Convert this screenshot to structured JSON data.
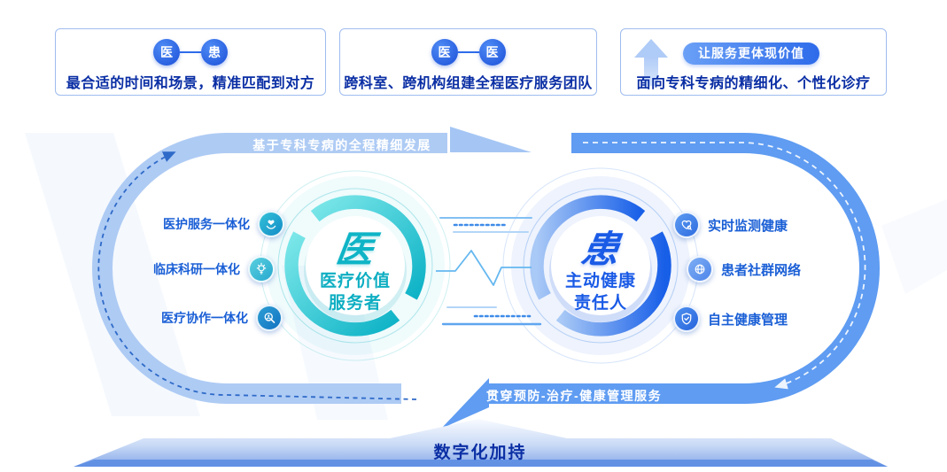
{
  "cards": [
    {
      "node_a": "医",
      "node_b": "患",
      "caption": "最合适的时间和场景，精准匹配到对方"
    },
    {
      "node_a": "医",
      "node_b": "医",
      "caption": "跨科室、跨机构组建全程医疗服务团队"
    },
    {
      "badge": "让服务更体现价值",
      "caption": "面向专科专病的精细化、个性化诊疗"
    }
  ],
  "loop": {
    "top_banner": "基于专科专病的全程精细发展",
    "bottom_banner": "贯穿预防-治疗-健康管理服务"
  },
  "doctor": {
    "symbol": "医",
    "title_line1": "医疗价值",
    "title_line2": "服务者",
    "items": [
      {
        "label": "医护服务一体化",
        "icon": "heart-hands-icon"
      },
      {
        "label": "临床科研一体化",
        "icon": "lightbulb-icon"
      },
      {
        "label": "医疗协作一体化",
        "icon": "magnifier-person-icon"
      }
    ]
  },
  "patient": {
    "symbol": "患",
    "title_line1": "主动健康",
    "title_line2": "责任人",
    "items": [
      {
        "label": "实时监测健康",
        "icon": "heart-monitor-icon"
      },
      {
        "label": "患者社群网络",
        "icon": "network-globe-icon"
      },
      {
        "label": "自主健康管理",
        "icon": "shield-check-icon"
      }
    ]
  },
  "footer": {
    "label": "数字化加持"
  },
  "colors": {
    "teal": "#0FB4C6",
    "blue": "#1A5BE6",
    "navy": "#0A2EA4",
    "label_blue": "#1A5FD6",
    "light_band": "#AECBF4",
    "dark_band": "#5F9CF2"
  }
}
